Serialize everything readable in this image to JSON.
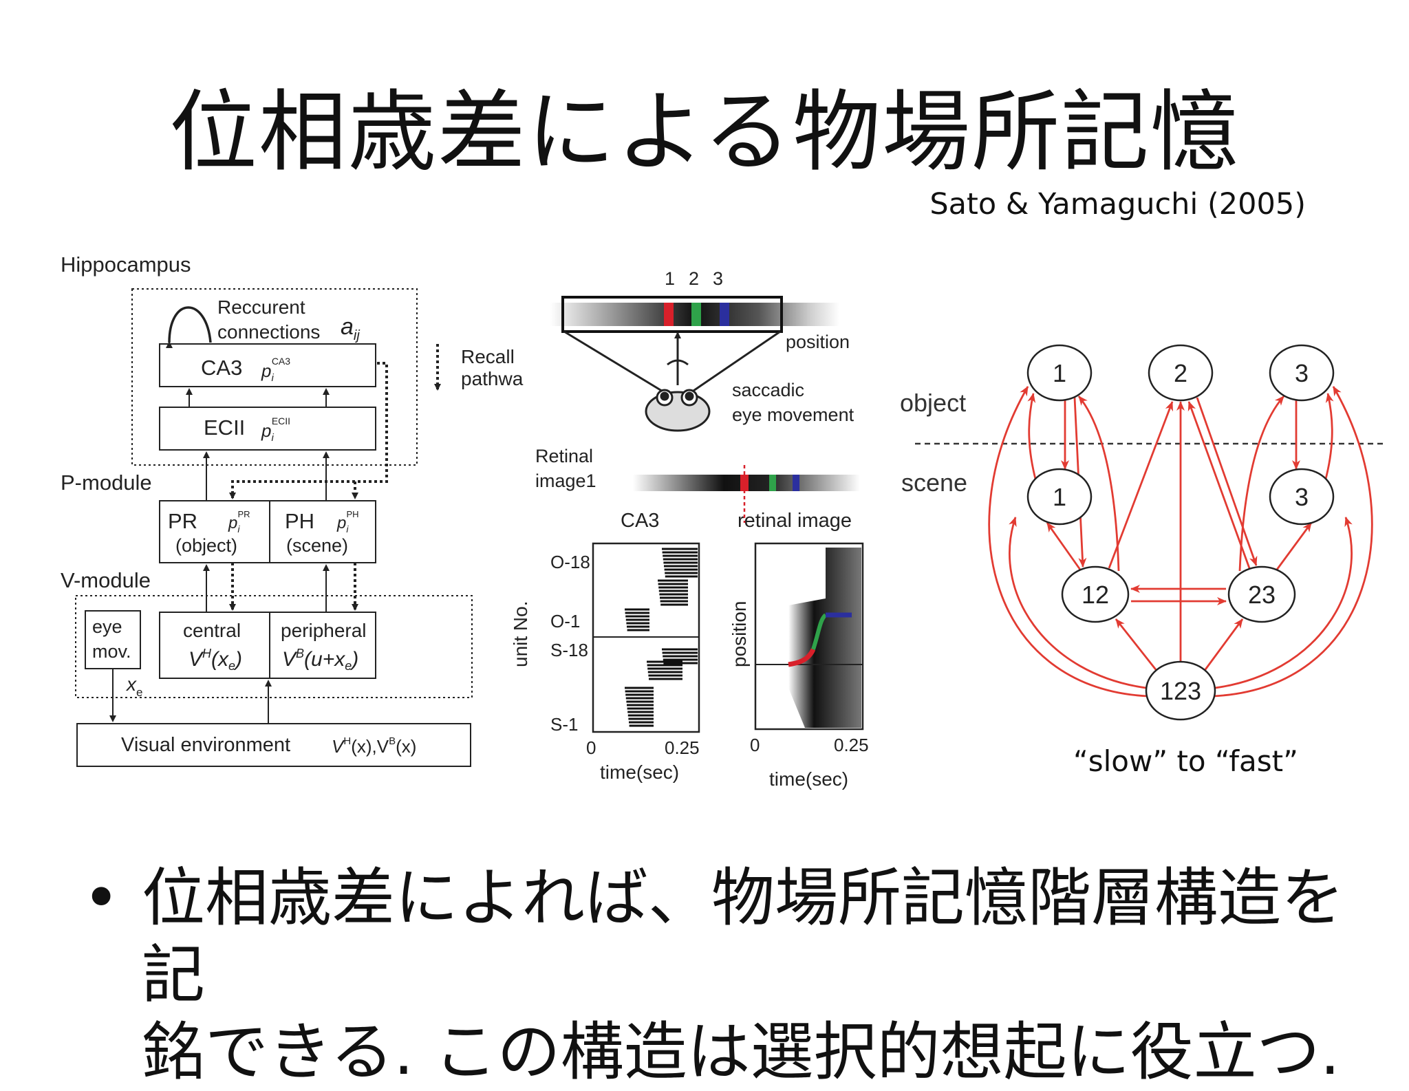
{
  "slide": {
    "title": "位相歳差による物場所記憶",
    "citation": "Sato & Yamaguchi (2005)",
    "bullet_marker": "•",
    "bullet_lines": [
      "位相歳差によれば、物場所記憶階層構造を記",
      "銘できる. この構造は選択的想起に役立つ."
    ]
  },
  "left_panel": {
    "hippocampus": "Hippocampus",
    "recurrent_1": "Reccurent",
    "recurrent_2": "connections",
    "aij": "a",
    "aij_sub": "ij",
    "recall_1": "Recall",
    "recall_2": "pathwa",
    "ca3": "CA3",
    "ca3_sup": "CA3",
    "ecii": "ECII",
    "ecii_sup": "ECII",
    "p_module": "P-module",
    "pr": "PR",
    "pr_sub": "(object)",
    "pr_sup": "PR",
    "ph": "PH",
    "ph_sub": "(scene)",
    "ph_sup": "PH",
    "v_module": "V-module",
    "eye_1": "eye",
    "eye_2": "mov.",
    "central": "central",
    "central_math": "V",
    "central_sup": "H",
    "central_arg": "(x",
    "central_e": "e",
    "central_close": ")",
    "peripheral": "peripheral",
    "peripheral_math": "V",
    "peripheral_sup": "B",
    "peripheral_arg": "(u+x",
    "peripheral_e": "e",
    "peripheral_close": ")",
    "pi": "p",
    "pi_sub": "i",
    "xe": "x",
    "xe_sub": "e",
    "visual_env": "Visual environment",
    "visual_env_math": "V",
    "visual_env_h": "H",
    "visual_env_mid": "(x),V",
    "visual_env_b": "B",
    "visual_env_end": "(x)"
  },
  "middle_panel": {
    "pos_labels": [
      "1",
      "2",
      "3"
    ],
    "position": "position",
    "saccadic_1": "saccadic",
    "saccadic_2": "eye movement",
    "retinal_1": "Retinal",
    "retinal_2": "image1",
    "ca3_label": "CA3",
    "retinal_image_label": "retinal image",
    "y_ticks": [
      "O-18",
      "O-1",
      "S-18",
      "S-1"
    ],
    "y_label": "unit No.",
    "y_label_right": "position",
    "x_ticks_left": [
      "0",
      "0.25"
    ],
    "x_ticks_right": [
      "0",
      "0.25"
    ],
    "x_label": "time(sec)",
    "marker_colors": [
      "#d8202a",
      "#2fa24a",
      "#2b2f9e"
    ]
  },
  "right_panel": {
    "object_label": "object",
    "scene_label": "scene",
    "nodes": {
      "o1": "1",
      "o2": "2",
      "o3": "3",
      "s1": "1",
      "s3": "3",
      "n12": "12",
      "n23": "23",
      "n123": "123"
    },
    "arrow_color": "#e23b32",
    "caption": "“slow” to “fast”"
  }
}
